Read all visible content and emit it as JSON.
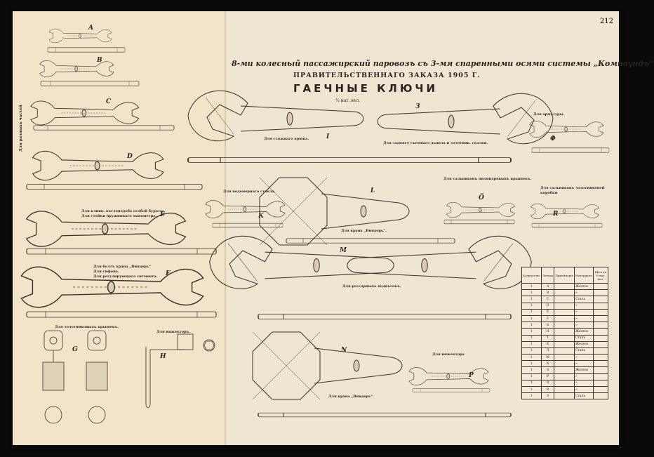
{
  "page_number": "212",
  "title": {
    "line1": "8-ми колесный пассажирский паровозъ съ 3-мя спаренными осями системы „Компаундъ“",
    "line2": "ПРАВИТЕЛЬСТВЕННАГО ЗАКАЗА 1905 Г.",
    "line3": "ГАЕЧНЫЕ КЛЮЧИ",
    "scale": "½ нат. вел."
  },
  "vertical_label": "Для разныхъ частей",
  "letters": {
    "A": "A",
    "B": "B",
    "C": "C",
    "D": "D",
    "E": "E",
    "F": "F",
    "G": "G",
    "H": "H",
    "I": "I",
    "Z": "З",
    "K": "K",
    "L": "L",
    "M": "M",
    "N": "N",
    "O": "Ö",
    "R": "R",
    "P": "P",
    "Phi": "Φ"
  },
  "captions": {
    "e_note1": "Для клинк. котлоподоба особой бураты.",
    "e_note2": "Для стойки пружиннаго манометра.",
    "f_note1": "Для болтъ крана „Виндерь“",
    "f_note2": "Для сифона.",
    "f_note3": "Для регулирующаго сигмента.",
    "g_label": "Для золотниковыхъ крышекъ.",
    "h_label": "Для инжекторъ.",
    "i_label": "Для стяжнаго крюка.",
    "z_label": "Для задняго съемнаго дышла и золотник. скалки.",
    "fittings": "Для арматуры.",
    "gauge_glass": "Для водомернаго стекла.",
    "l_label": "Для крана „Виндерь“.",
    "cyl_covers": "Для сальниковъ цилиндровыхъ крышекъ.",
    "valve_box1": "Для сальниковъ золотниковой",
    "valve_box2": "коробки",
    "m_label": "Для рессорныхъ подвъсокъ.",
    "n_label": "Для крана „Виндерь“.",
    "p_label": "Для инжектора"
  },
  "table": {
    "headers": [
      "Количество",
      "Литера",
      "Примѣчаніе",
      "Материалъ",
      "Вѣсъ въ ½ нат. вел."
    ],
    "rows": [
      [
        "1",
        "A",
        "",
        "Железо"
      ],
      [
        "1",
        "B",
        "",
        "»"
      ],
      [
        "1",
        "C",
        "",
        "Сталь"
      ],
      [
        "1",
        "D",
        "",
        "»"
      ],
      [
        "1",
        "E",
        "",
        "»"
      ],
      [
        "1",
        "F",
        "",
        "»"
      ],
      [
        "1",
        "G",
        "",
        "»"
      ],
      [
        "1",
        "H",
        "",
        "Железо"
      ],
      [
        "1",
        "I",
        "",
        "Сталь"
      ],
      [
        "1",
        "K",
        "",
        "Железо"
      ],
      [
        "1",
        "Л",
        "",
        "Сталь"
      ],
      [
        "1",
        "M",
        "",
        "»"
      ],
      [
        "1",
        "N",
        "",
        "»"
      ],
      [
        "1",
        "O",
        "",
        "Железо"
      ],
      [
        "1",
        "P",
        "",
        "»"
      ],
      [
        "1",
        "Q",
        "",
        "»"
      ],
      [
        "1",
        "R",
        "",
        "»"
      ],
      [
        "1",
        "S",
        "",
        "Сталь"
      ]
    ]
  }
}
